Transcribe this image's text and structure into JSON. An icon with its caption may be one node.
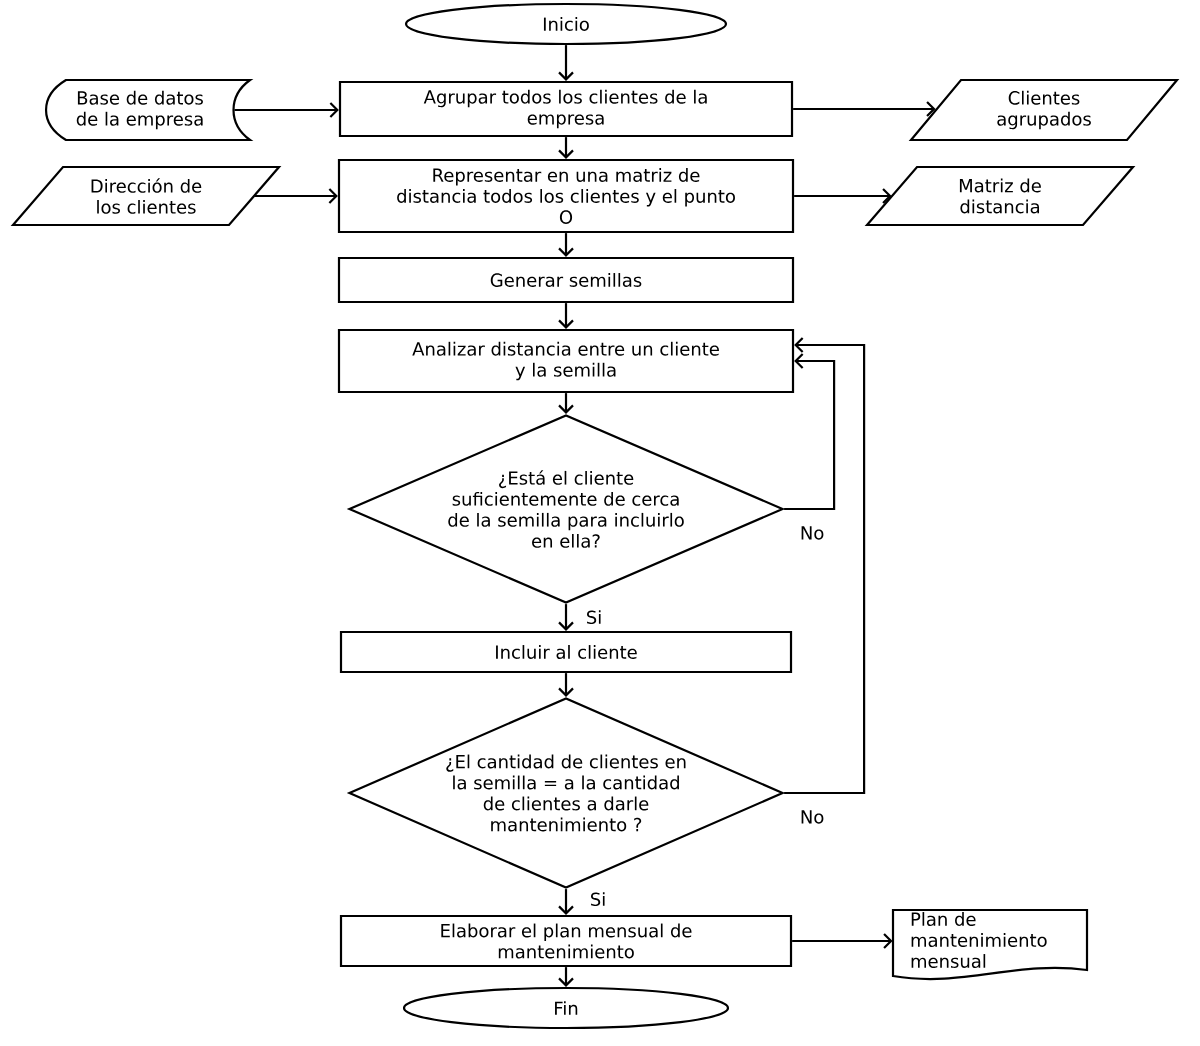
{
  "diagram": {
    "nodes": [
      {
        "text": [
          "Inicio"
        ]
      },
      {
        "text": [
          "Base de datos de la empresa"
        ]
      },
      {
        "text": [
          "Agrupar todos los clientes de la empresa"
        ]
      },
      {
        "text": [
          "Clientes agrupados"
        ]
      },
      {
        "text": [
          "Dirección de los clientes"
        ]
      },
      {
        "text": [
          "Representar en una matriz de distancia todos los clientes y el punto O"
        ]
      },
      {
        "text": [
          "Matriz de distancia"
        ]
      },
      {
        "text": [
          "Generar semillas"
        ]
      },
      {
        "text": [
          "Analizar distancia entre un cliente y la semilla"
        ]
      },
      {
        "text": [
          "¿Está el cliente suficientemente de cerca de la semilla para incluirlo en ella?"
        ]
      },
      {
        "text": [
          "Incluir al cliente"
        ]
      },
      {
        "text": [
          "¿El cantidad de clientes en la semilla = a la cantidad de clientes a darle mantenimiento ?"
        ]
      },
      {
        "text": [
          "Elaborar el plan mensual de mantenimiento"
        ]
      },
      {
        "text": [
          "Plan de mantenimiento mensual"
        ]
      },
      {
        "text": [
          "Fin"
        ]
      }
    ],
    "edges": [
      {
        "from": 0,
        "to": 2,
        "arrow": "to"
      },
      {
        "from": 1,
        "to": 2,
        "arrow": "to"
      },
      {
        "from": 2,
        "to": 3,
        "arrow": "to"
      },
      {
        "from": 2,
        "to": 5,
        "arrow": "to"
      },
      {
        "from": 4,
        "to": 5,
        "arrow": "to"
      },
      {
        "from": 5,
        "to": 6,
        "arrow": "to"
      },
      {
        "from": 5,
        "to": 7,
        "arrow": "to"
      },
      {
        "from": 7,
        "to": 8,
        "arrow": "to"
      },
      {
        "from": 8,
        "to": 9,
        "arrow": "to"
      },
      {
        "from": 9,
        "to": 8,
        "arrow": "to",
        "label": "No"
      },
      {
        "from": 9,
        "to": 10,
        "arrow": "to",
        "label": "Si"
      },
      {
        "from": 10,
        "to": 11,
        "arrow": "to"
      },
      {
        "from": 11,
        "to": 8,
        "arrow": "to",
        "label": "No"
      },
      {
        "from": 11,
        "to": 12,
        "arrow": "to",
        "label": "Si"
      },
      {
        "from": 12,
        "to": 13,
        "arrow": "to"
      },
      {
        "from": 12,
        "to": 14,
        "arrow": "to"
      }
    ]
  }
}
